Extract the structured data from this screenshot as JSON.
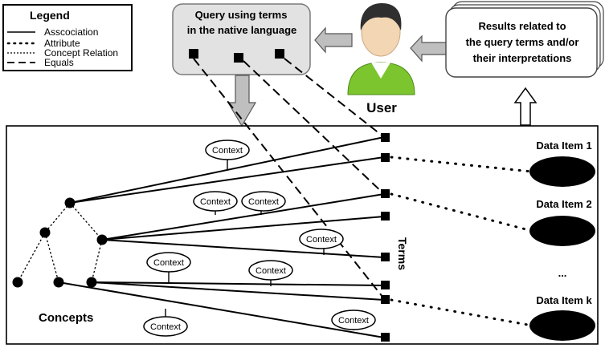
{
  "legend": {
    "title": "Legend",
    "items": [
      "Asscociation",
      "Attribute",
      "Concept Relation",
      "Equals"
    ]
  },
  "query_box": {
    "line1": "Query using terms",
    "line2": "in the native language"
  },
  "results_box": {
    "line1": "Results related to",
    "line2": "the query  terms and/or",
    "line3": "their interpretations"
  },
  "user_label": "User",
  "context_label": "Context",
  "terms_label": "Terms",
  "concepts_label": "Concepts",
  "data_items": [
    "Data Item 1",
    "Data Item 2",
    "...",
    "Data Item k"
  ],
  "colors": {
    "line": "#000000",
    "query_fill": "#e2e2e2",
    "arrow_fill": "#bfbfbf",
    "user_body": "#7cc52f",
    "user_head": "#f3d6b3",
    "user_hair": "#2f2f2f"
  }
}
